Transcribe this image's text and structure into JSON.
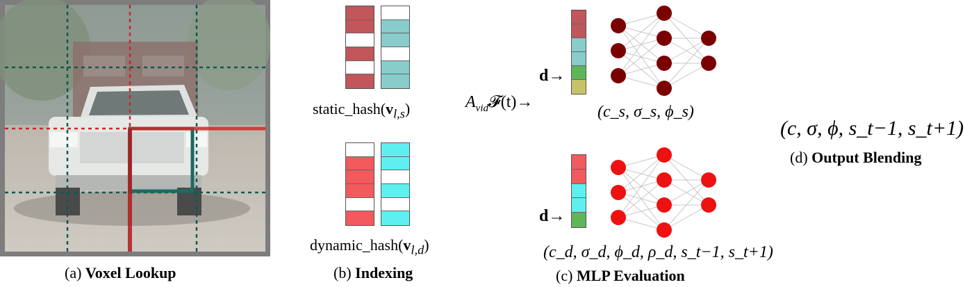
{
  "captions": {
    "a_prefix": "(a) ",
    "a_bold": "Voxel Lookup",
    "b_prefix": "(b) ",
    "b_bold": "Indexing",
    "c_prefix": "(c) ",
    "c_bold": "MLP Evaluation",
    "d_prefix": "(d) ",
    "d_bold": "Output Blending"
  },
  "hash_labels": {
    "static_prefix": "static_hash(",
    "static_v": "v",
    "static_sub": "l,s",
    "static_suffix": ")",
    "dynamic_prefix": "dynamic_hash(",
    "dynamic_v": "v",
    "dynamic_sub": "l,d",
    "dynamic_suffix": ")"
  },
  "inputs": {
    "direction": "d→",
    "time_A": "A",
    "time_sub": "vid",
    "time_rest": "𝓕(t)→"
  },
  "outputs": {
    "static": "(c_s, σ_s, ϕ_s)",
    "dynamic": "(c_d, σ_d, ϕ_d, ρ_d, s_t−1, s_t+1)",
    "blended": "(c, σ, ϕ, s_t−1, s_t+1)"
  },
  "colors": {
    "static_red": "#c0575a",
    "static_teal": "#88cccc",
    "dynamic_red": "#f25a5e",
    "dynamic_cyan": "#5ef0f0",
    "green": "#5fb55a",
    "olive": "#c8c36a",
    "static_node": "#7a0000",
    "dynamic_node": "#ee1111"
  },
  "hash_columns": {
    "static_left": [
      "static_red",
      "static_red",
      "white",
      "static_red",
      "white",
      "static_red"
    ],
    "static_right": [
      "white",
      "static_teal",
      "static_teal",
      "white",
      "static_teal",
      "static_teal"
    ],
    "dynamic_left": [
      "white",
      "dynamic_red",
      "dynamic_red",
      "dynamic_red",
      "white",
      "dynamic_red"
    ],
    "dynamic_right": [
      "dynamic_cyan",
      "dynamic_cyan",
      "white",
      "dynamic_cyan",
      "white",
      "dynamic_cyan"
    ]
  },
  "mlp_input_columns": {
    "static": [
      "static_red",
      "static_red",
      "static_teal",
      "static_teal",
      "green",
      "olive"
    ],
    "dynamic": [
      "dynamic_red",
      "dynamic_red",
      "dynamic_cyan",
      "dynamic_cyan",
      "green"
    ]
  },
  "network_layers": [
    3,
    4,
    2
  ]
}
